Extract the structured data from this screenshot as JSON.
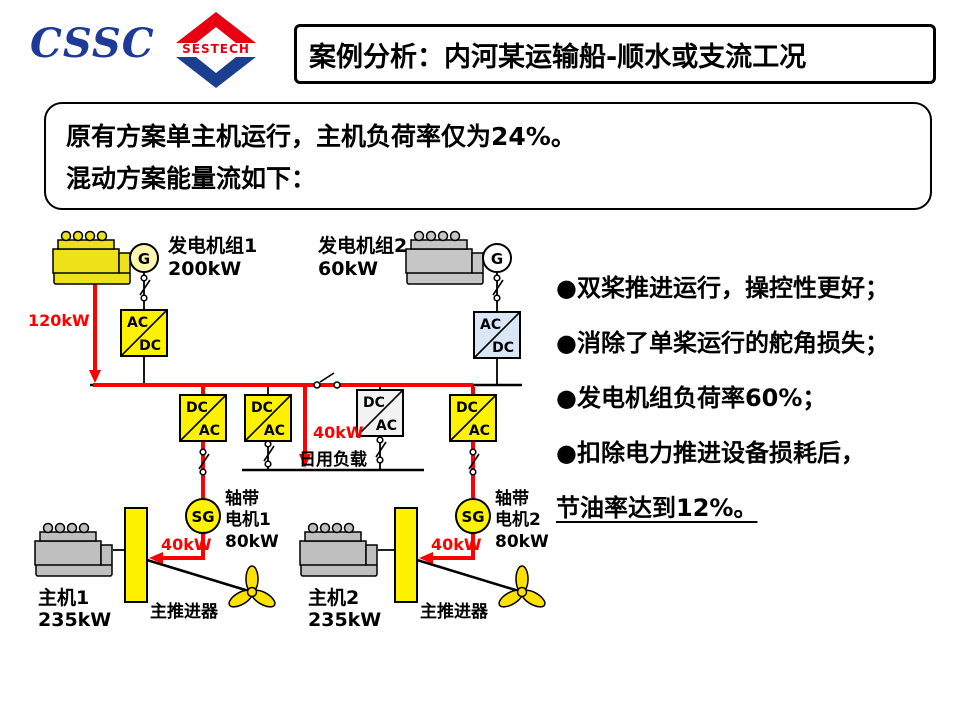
{
  "header": {
    "logo_cssc": "CSSC",
    "logo_sestech": "SESTECH",
    "title": "案例分析：内河某运输船-顺水或支流工况"
  },
  "summary": {
    "line1": "原有方案单主机运行，主机负荷率仅为24%。",
    "line2": "混动方案能量流如下："
  },
  "diagram": {
    "genset1": {
      "label": "发电机组1",
      "power": "200kW",
      "symbol": "G"
    },
    "genset2": {
      "label": "发电机组2",
      "power": "60kW",
      "symbol": "G"
    },
    "flow_gen1": "120kW",
    "flow_daily": "40kW",
    "flow_shaft1": "40kW",
    "flow_shaft2": "40kW",
    "daily_load": "日用负载",
    "converters": {
      "acdc1": {
        "top": "AC",
        "bottom": "DC"
      },
      "acdc2": {
        "top": "AC",
        "bottom": "DC"
      },
      "dcac1": {
        "top": "DC",
        "bottom": "AC"
      },
      "dcac2": {
        "top": "DC",
        "bottom": "AC"
      },
      "dcac3": {
        "top": "DC",
        "bottom": "AC"
      },
      "dcac4": {
        "top": "DC",
        "bottom": "AC"
      }
    },
    "shaft_motor1": {
      "symbol": "SG",
      "line1": "轴带",
      "line2": "电机1",
      "power": "80kW"
    },
    "shaft_motor2": {
      "symbol": "SG",
      "line1": "轴带",
      "line2": "电机2",
      "power": "80kW"
    },
    "main_engine1": {
      "label": "主机1",
      "power": "235kW"
    },
    "main_engine2": {
      "label": "主机2",
      "power": "235kW"
    },
    "propeller1": "主推进器",
    "propeller2": "主推进器"
  },
  "bullets": {
    "item1": "●双桨推进运行，操控性更好；",
    "item2": "●消除了单桨运行的舵角损失；",
    "item3": "●发电机组负荷率60%；",
    "item4": "●扣除电力推进设备损耗后，",
    "item5": "节油率达到12%。"
  },
  "colors": {
    "active_yellow": "#FFF200",
    "inactive_blue": "#D9E6F5",
    "inactive_gray": "#F2F2F2",
    "flow_red": "#FF0000",
    "cssc_blue": "#1E3A99",
    "sestech_red": "#E60012",
    "sestech_blue": "#1B3E8F"
  }
}
